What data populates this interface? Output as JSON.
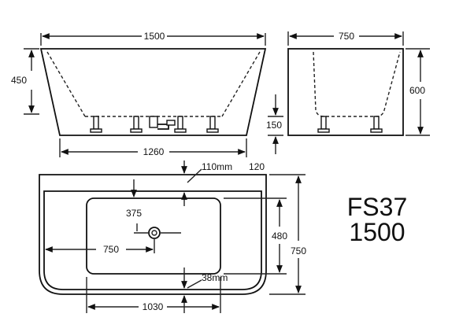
{
  "model": {
    "line1": "FS37",
    "line2": "1500"
  },
  "dimensions": {
    "side_length": "1500",
    "end_width": "750",
    "side_height": "450",
    "end_height": "600",
    "foot_height": "150",
    "base_length": "1260",
    "base_offset": "120",
    "top_rim": "110mm",
    "drain_offset_y": "375",
    "drain_offset_x": "750",
    "inner_depth": "480",
    "plan_width": "750",
    "bottom_rim": "38mm",
    "inner_length": "1030"
  }
}
